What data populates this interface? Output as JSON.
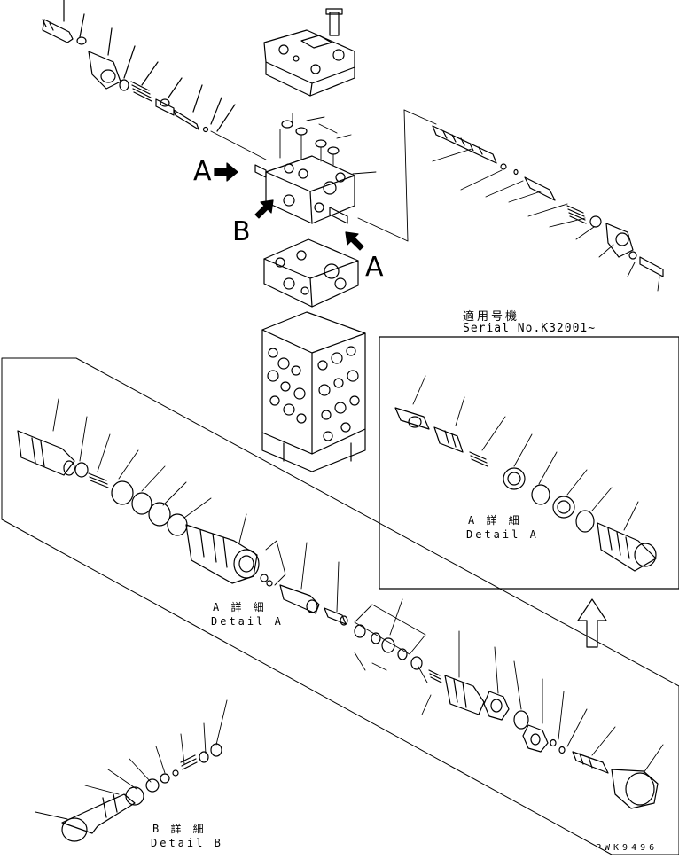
{
  "arrow_labels": {
    "a_left": "A",
    "b_left": "B",
    "a_right": "A"
  },
  "serial_box": {
    "title_jp": "適用号機",
    "serial": "Serial No.K32001~"
  },
  "detail_a_inset": {
    "jp": "A 詳 細",
    "en": "Detail A"
  },
  "detail_a_main": {
    "jp": "A 詳 細",
    "en": "Detail A"
  },
  "detail_b": {
    "jp": "B 詳 細",
    "en": "Detail B"
  },
  "drawing_number": "PWK9496"
}
